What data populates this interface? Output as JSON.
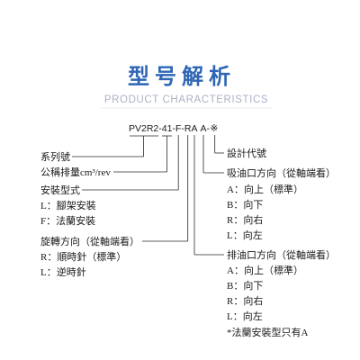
{
  "header": {
    "title": "型号解析",
    "subtitle": "PRODUCT CHARACTERISTICS"
  },
  "code": {
    "series": "PV2R2",
    "dash1": "-",
    "displacement": "41",
    "dash2": "-",
    "mounting": "F",
    "dash3": "-",
    "rotation": "R",
    "discharge": "A",
    "suction": "A",
    "dash4": "-",
    "design": "※"
  },
  "left": {
    "series": {
      "label": "系列號"
    },
    "displacement": {
      "label": "公稱排量cm³/rev"
    },
    "mounting": {
      "label": "安裝型式",
      "options": [
        "L：腳架安裝",
        "F：法蘭安裝"
      ]
    },
    "rotation": {
      "label": "旋轉方向（從軸端看）",
      "options": [
        "R：順時針（標準）",
        "L：逆時針"
      ]
    }
  },
  "right": {
    "design": {
      "label": "設計代號"
    },
    "suction": {
      "label": "吸油口方向（從軸端看）",
      "options": [
        "A：向上（標準）",
        "B：向下",
        "R：向右",
        "L：向左"
      ]
    },
    "discharge": {
      "label": "排油口方向（從軸端看）",
      "options": [
        "A：向上（標準）",
        "B：向下",
        "R：向右",
        "L：向左"
      ],
      "note": "*法蘭安裝型只有A"
    }
  },
  "colors": {
    "title": "#2e66b5",
    "subtitle": "#a9b3c6",
    "rule": "#e3e7ee",
    "text": "#1a1a1a",
    "line": "#2a2a2a",
    "background": "#ffffff"
  }
}
